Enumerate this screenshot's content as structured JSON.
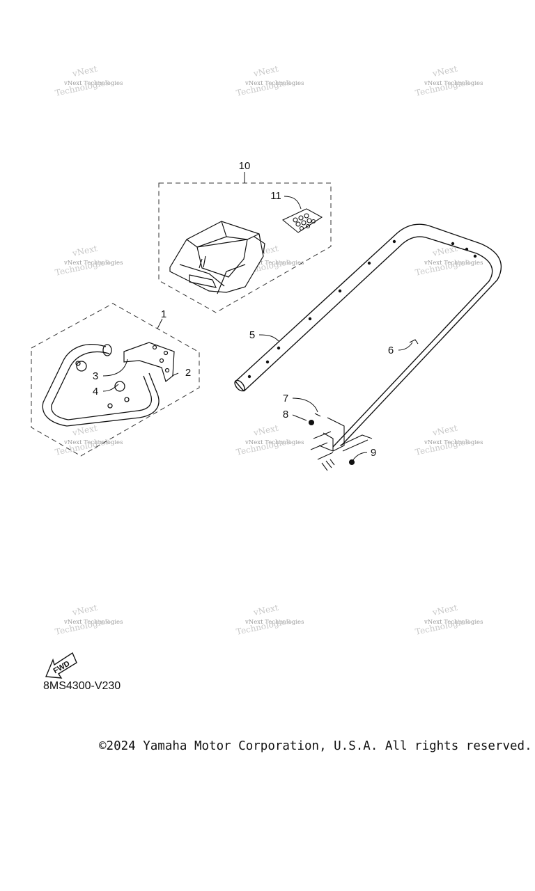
{
  "watermark": {
    "text": "vNext Technologies",
    "color": "#9a9a9a"
  },
  "callouts": {
    "c1": "1",
    "c2": "2",
    "c3": "3",
    "c4": "4",
    "c5": "5",
    "c6": "6",
    "c7": "7",
    "c8": "8",
    "c9": "9",
    "c10": "10",
    "c11": "11"
  },
  "fwd_label": "FWD",
  "diagram_code": "8MS4300-V230",
  "copyright": "©2024 Yamaha Motor Corporation, U.S.A. All rights reserved.",
  "icons": {
    "fwd": "fwd-arrow-icon"
  }
}
